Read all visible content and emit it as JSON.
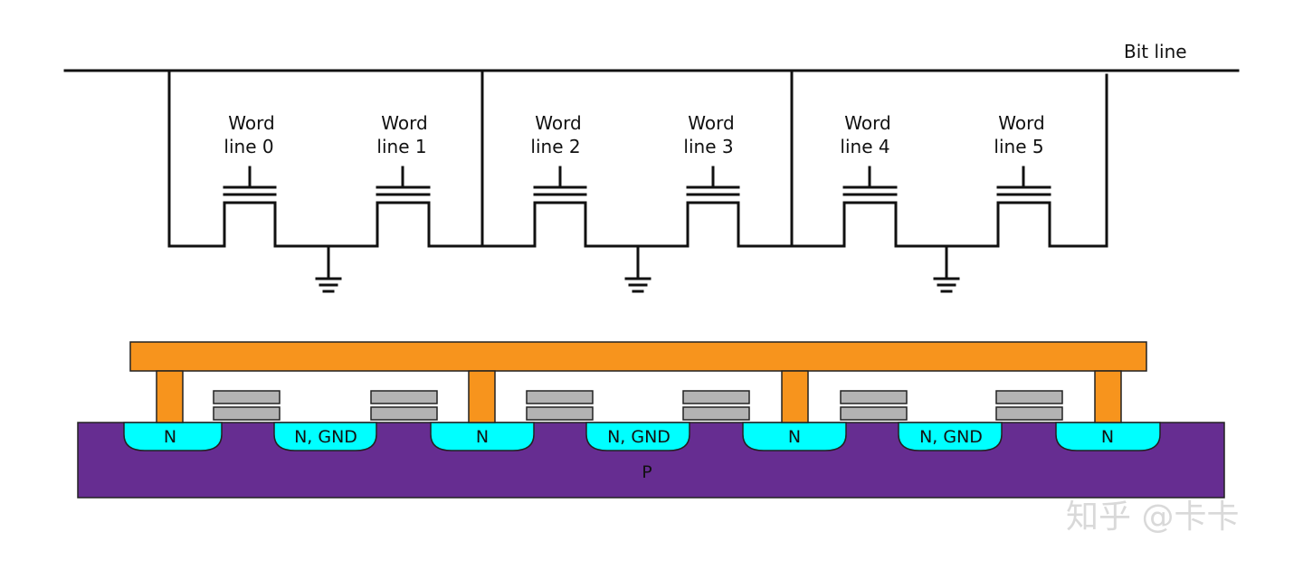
{
  "circuit": {
    "bit_line_label": "Bit line",
    "word_lines": [
      {
        "line1": "Word",
        "line2": "line 0"
      },
      {
        "line1": "Word",
        "line2": "line 1"
      },
      {
        "line1": "Word",
        "line2": "line 2"
      },
      {
        "line1": "Word",
        "line2": "line 3"
      },
      {
        "line1": "Word",
        "line2": "line 4"
      },
      {
        "line1": "Word",
        "line2": "line 5"
      }
    ]
  },
  "cross_section": {
    "substrate_label": "P",
    "wells": [
      "N",
      "N, GND",
      "N",
      "N, GND",
      "N",
      "N, GND",
      "N"
    ]
  },
  "colors": {
    "wire": "#111111",
    "metal": "#f7941d",
    "gate": "#b3b3b3",
    "n_well": "#00ffff",
    "p_substrate": "#662d91"
  },
  "watermark": "知乎 @卡卡"
}
